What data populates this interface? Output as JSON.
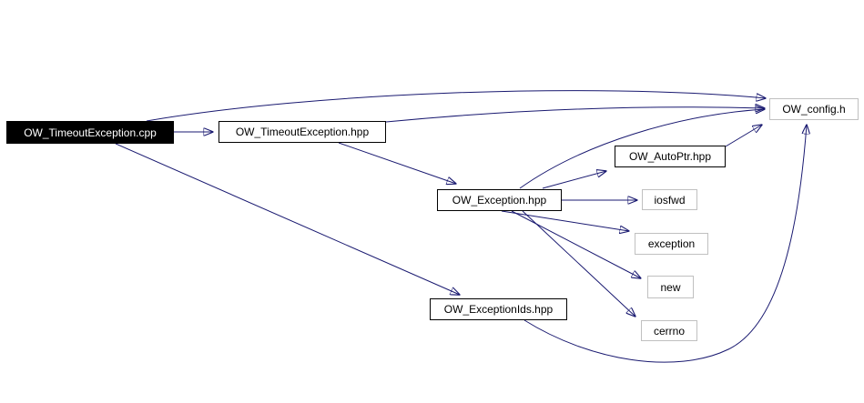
{
  "diagram": {
    "type": "include-dependency-graph",
    "colors": {
      "background": "#ffffff",
      "edge": "#191970",
      "documented_node_border": "#000000",
      "external_node_border": "#c0c0c0",
      "root_node_background": "#000000",
      "root_node_text": "#ffffff",
      "node_text": "#000000"
    },
    "nodes": [
      {
        "id": "root",
        "label": "OW_TimeoutException.cpp"
      },
      {
        "id": "timeout_hpp",
        "label": "OW_TimeoutException.hpp"
      },
      {
        "id": "config_h",
        "label": "OW_config.h"
      },
      {
        "id": "autoptr_hpp",
        "label": "OW_AutoPtr.hpp"
      },
      {
        "id": "exception_hpp",
        "label": "OW_Exception.hpp"
      },
      {
        "id": "iosfwd",
        "label": "iosfwd"
      },
      {
        "id": "exception",
        "label": "exception"
      },
      {
        "id": "new",
        "label": "new"
      },
      {
        "id": "cerrno",
        "label": "cerrno"
      },
      {
        "id": "exceptionids_hpp",
        "label": "OW_ExceptionIds.hpp"
      }
    ],
    "edges": [
      {
        "from": "OW_TimeoutException.cpp",
        "to": "OW_TimeoutException.hpp"
      },
      {
        "from": "OW_TimeoutException.cpp",
        "to": "OW_config.h"
      },
      {
        "from": "OW_TimeoutException.cpp",
        "to": "OW_ExceptionIds.hpp"
      },
      {
        "from": "OW_TimeoutException.hpp",
        "to": "OW_config.h"
      },
      {
        "from": "OW_TimeoutException.hpp",
        "to": "OW_Exception.hpp"
      },
      {
        "from": "OW_Exception.hpp",
        "to": "OW_config.h"
      },
      {
        "from": "OW_Exception.hpp",
        "to": "OW_AutoPtr.hpp"
      },
      {
        "from": "OW_Exception.hpp",
        "to": "iosfwd"
      },
      {
        "from": "OW_Exception.hpp",
        "to": "exception"
      },
      {
        "from": "OW_Exception.hpp",
        "to": "new"
      },
      {
        "from": "OW_Exception.hpp",
        "to": "cerrno"
      },
      {
        "from": "OW_AutoPtr.hpp",
        "to": "OW_config.h"
      },
      {
        "from": "OW_ExceptionIds.hpp",
        "to": "OW_config.h"
      }
    ]
  }
}
